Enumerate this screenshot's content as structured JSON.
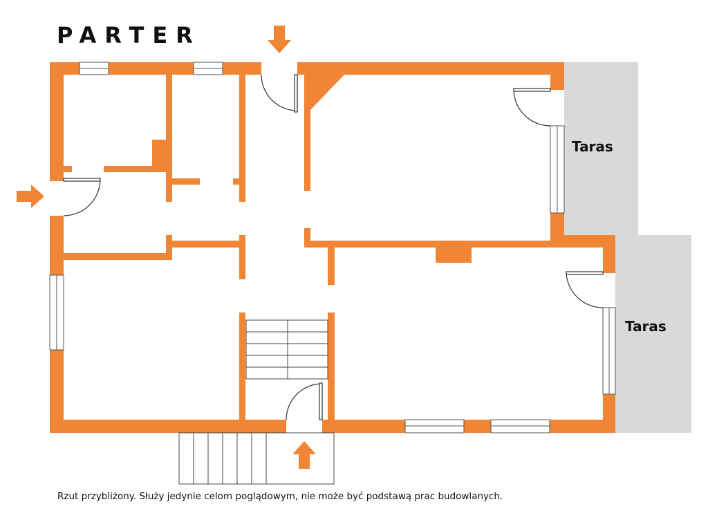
{
  "title": "PARTER",
  "terraces": [
    {
      "label": "Taras"
    },
    {
      "label": "Taras"
    }
  ],
  "disclaimer": "Rzut przybliżony. Służy jedynie celom poglądowym, nie może być podstawą prac budowlanych.",
  "colors": {
    "wall": "#ef8535",
    "terrace": "#d9d9d9",
    "line": "#333333",
    "window_line": "#555555",
    "stairs": "#444444"
  },
  "icons": {
    "entrance_arrows": "arrow-icon"
  }
}
